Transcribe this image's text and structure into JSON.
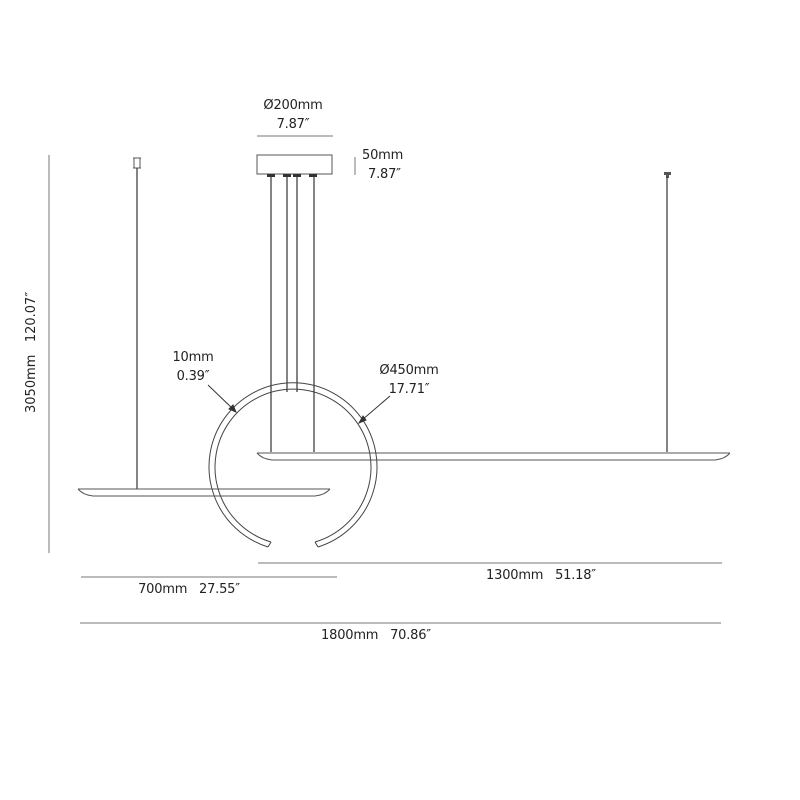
{
  "diagram": {
    "type": "dimensioned product drawing - linear pendant with ring",
    "colors": {
      "line": "#333333",
      "dim_line": "#777777",
      "text": "#222222",
      "background": "#ffffff"
    }
  },
  "dimensions": {
    "canopy_diameter": {
      "mm": "Ø200mm",
      "in": "7.87″"
    },
    "canopy_height": {
      "mm": "50mm",
      "in": "7.87″"
    },
    "total_height": {
      "mm": "3050mm",
      "in": "120.07″"
    },
    "ring_thickness": {
      "mm": "10mm",
      "in": "0.39″"
    },
    "ring_diameter": {
      "mm": "Ø450mm",
      "in": "17.71″"
    },
    "left_bar_length": {
      "label": "700mm   27.55″"
    },
    "right_bar_length": {
      "label": "1300mm   51.18″"
    },
    "total_length": {
      "label": "1800mm   70.86″"
    }
  }
}
